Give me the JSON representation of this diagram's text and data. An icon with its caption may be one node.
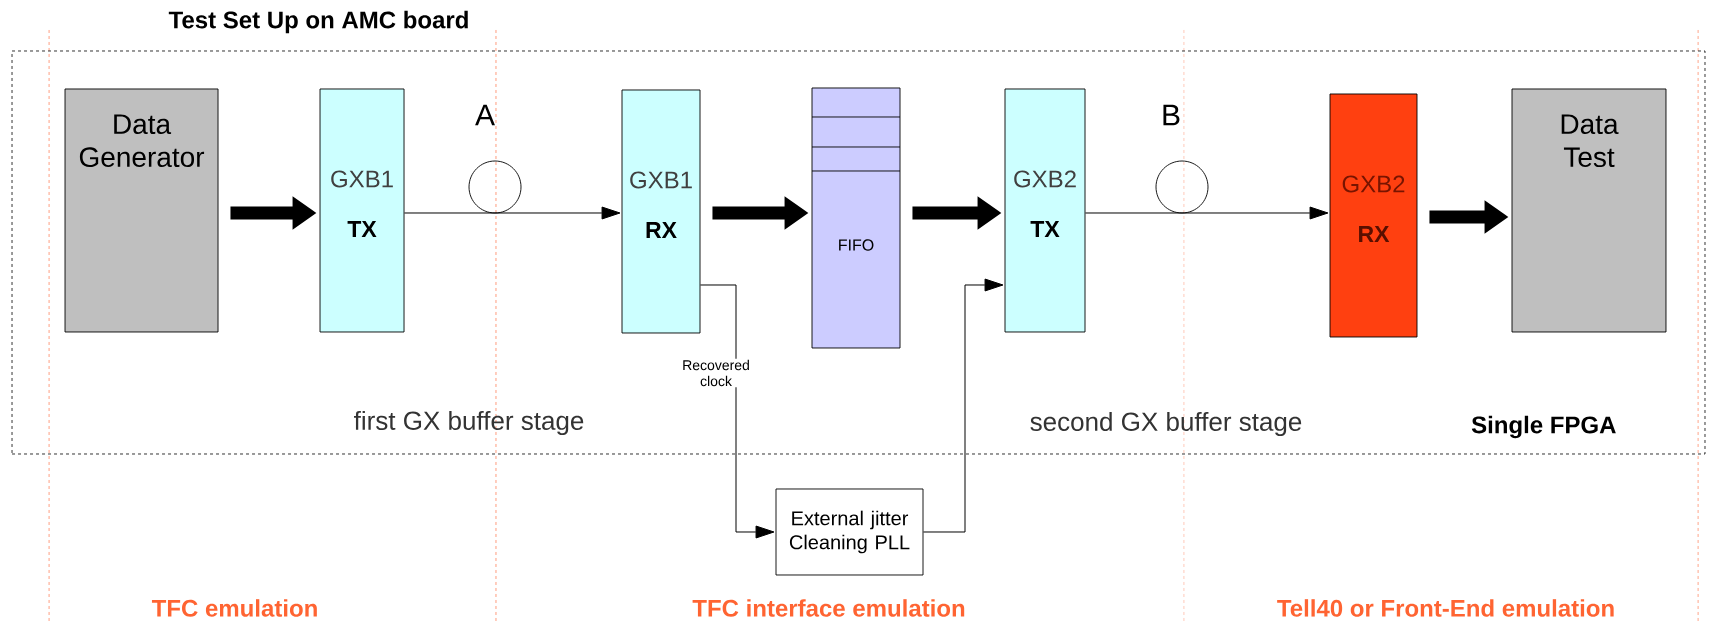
{
  "diagram": {
    "title": "Test Set Up on AMC board",
    "nodes": [
      {
        "text": [
          "Single FPGA"
        ]
      },
      {
        "text": [
          "Data Generator"
        ],
        "in": 0
      },
      {
        "text": [
          "GXB1",
          "TX"
        ],
        "in": 0
      },
      {
        "text": [
          "GXB1",
          "RX"
        ],
        "in": 0
      },
      {
        "text": [
          "FIFO"
        ],
        "in": 0
      },
      {
        "text": [
          "GXB2",
          "TX"
        ],
        "in": 0
      },
      {
        "text": [
          "GXB2",
          "RX"
        ],
        "in": 0
      },
      {
        "text": [
          "Data Test"
        ],
        "in": 0
      },
      {
        "text": [
          "External jitter Cleaning PLL"
        ]
      }
    ],
    "edges": [
      {
        "from": 1,
        "to": 2,
        "arrow": "to",
        "style": "thick"
      },
      {
        "from": 2,
        "to": 3,
        "arrow": "to"
      },
      {
        "from": 3,
        "to": 4,
        "arrow": "to",
        "style": "thick"
      },
      {
        "from": 4,
        "to": 5,
        "arrow": "to",
        "style": "thick"
      },
      {
        "from": 5,
        "to": 6,
        "arrow": "to"
      },
      {
        "from": 6,
        "to": 7,
        "arrow": "to",
        "style": "thick"
      },
      {
        "from": 3,
        "to": 8,
        "arrow": "to",
        "label": "Recovered clock"
      },
      {
        "from": 8,
        "to": 5,
        "arrow": "to"
      }
    ],
    "labels": [
      "A",
      "B",
      "first GX buffer stage",
      "second GX buffer stage",
      "TFC  emulation",
      "TFC interface emulation",
      "Tell40 or Front-End emulation"
    ]
  }
}
